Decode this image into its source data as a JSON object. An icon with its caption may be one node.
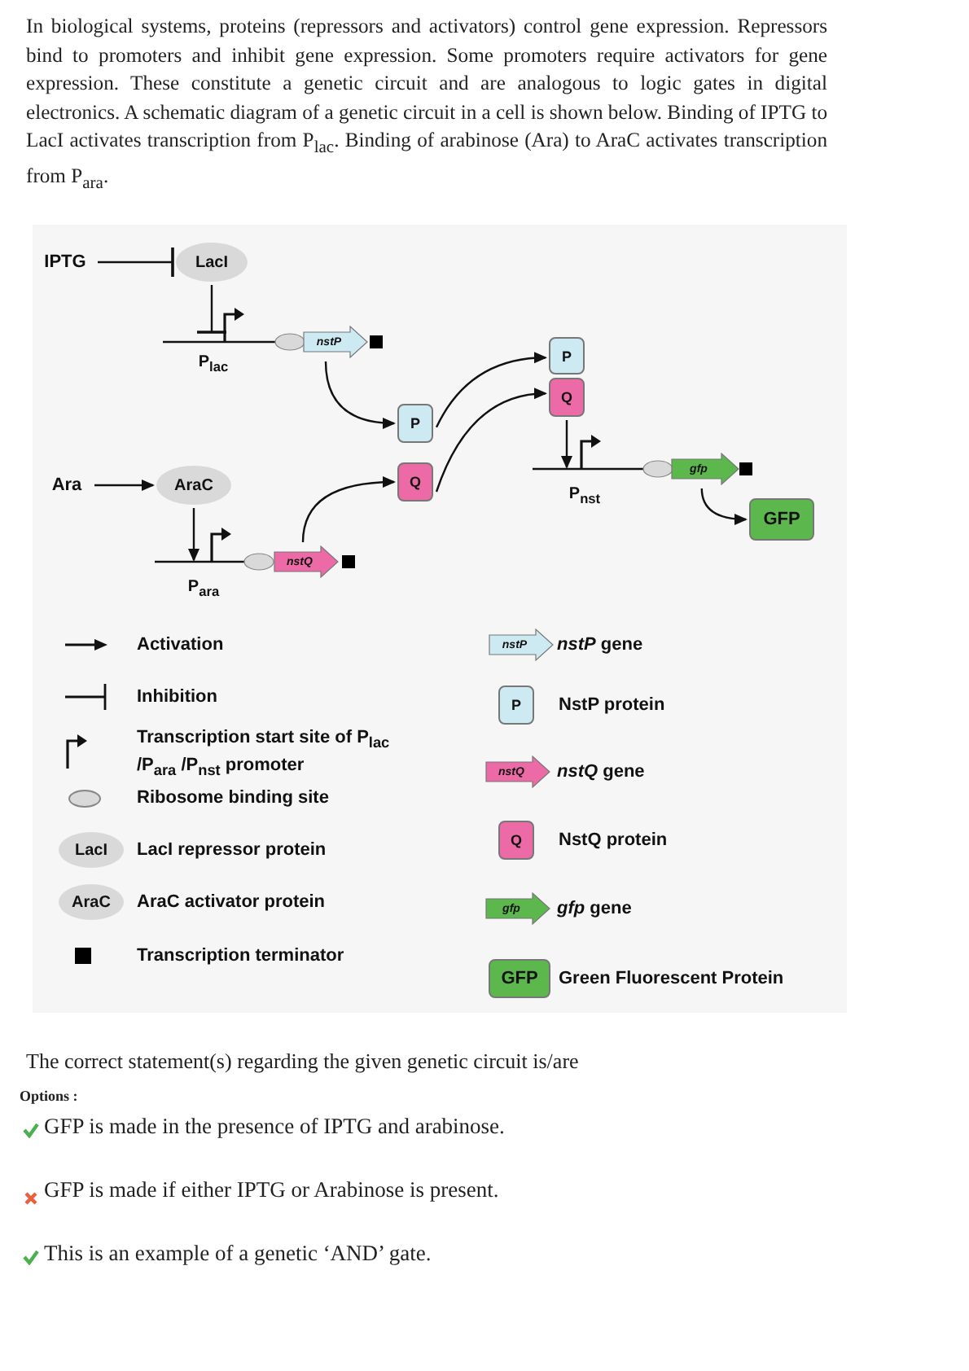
{
  "diagram": {
    "nodes": [
      {
        "text": [
          "IPTG"
        ]
      },
      {
        "text": [
          "LacI"
        ]
      },
      {
        "text": [
          "P$_{lac}$"
        ]
      },
      {
        "text": [
          "nstP"
        ]
      },
      {
        "text": [
          "P"
        ]
      },
      {
        "text": [
          "Ara"
        ]
      },
      {
        "text": [
          "AraC"
        ]
      },
      {
        "text": [
          "P$_{ara}$"
        ]
      },
      {
        "text": [
          "nstQ"
        ]
      },
      {
        "text": [
          "Q"
        ]
      },
      {
        "text": [
          "P"
        ]
      },
      {
        "text": [
          "Q"
        ]
      },
      {
        "text": [
          "P$_{nst}$"
        ]
      },
      {
        "text": [
          "gfp"
        ]
      },
      {
        "text": [
          "GFP"
        ]
      },
      {
        "text": [
          "LacI"
        ]
      },
      {
        "text": [
          "AraC"
        ]
      },
      {
        "text": [
          "nstP"
        ]
      },
      {
        "text": [
          "P"
        ]
      },
      {
        "text": [
          "nstQ"
        ]
      },
      {
        "text": [
          "Q"
        ]
      },
      {
        "text": [
          "gfp"
        ]
      },
      {
        "text": [
          "GFP"
        ]
      }
    ],
    "edges": [
      {
        "from": 0,
        "to": 1,
        "arrow": "other"
      },
      {
        "from": 1,
        "to": 2,
        "arrow": "other"
      },
      {
        "from": 3,
        "to": 4,
        "arrow": "to"
      },
      {
        "from": 5,
        "to": 6,
        "arrow": "to"
      },
      {
        "from": 6,
        "to": 7,
        "arrow": "to"
      },
      {
        "from": 8,
        "to": 9,
        "arrow": "to"
      },
      {
        "from": 4,
        "to": 10,
        "arrow": "to"
      },
      {
        "from": 9,
        "to": 11,
        "arrow": "to"
      },
      {
        "from": 11,
        "to": 12,
        "arrow": "to"
      },
      {
        "from": 13,
        "to": 14,
        "arrow": "to"
      }
    ],
    "labels": [
      "In biological systems, proteins (repressors and activators) control gene expression. Repressors bind to promoters and inhibit gene expression. Some promoters require activators for gene expression. These constitute a genetic circuit and are analogous to logic gates in digital electronics. A schematic diagram of a genetic circuit in a cell is shown below. Binding of IPTG to LacI activates transcription from P$_{lac}$. Binding of arabinose (Ara) to AraC activates transcription from P$_{ara}$.",
      "The correct statement(s) regarding the given genetic circuit is/are",
      "Options :",
      "GFP is made in the presence of IPTG and arabinose.",
      "GFP is made if either IPTG or Arabinose is present.",
      "This is an example of a genetic ‘AND’ gate."
    ],
    "legend": [
      {
        "text": "Activation"
      },
      {
        "text": "Inhibition"
      },
      {
        "text": "Transcription start site of P$_{lac}$ /P$_{ara}$ /P$_{nst}$ promoter"
      },
      {
        "text": "Ribosome binding site",
        "color": "#d9d9d9"
      },
      {
        "text": "LacI repressor protein",
        "color": "#d9d9d9"
      },
      {
        "text": "AraC activator protein",
        "color": "#d9d9d9"
      },
      {
        "text": "Transcription terminator",
        "color": "#000000"
      },
      {
        "text": "*nstP* gene"
      },
      {
        "text": "NstP protein",
        "color": "#cdeaf2"
      },
      {
        "text": "*nstQ* gene"
      },
      {
        "text": "NstQ protein",
        "color": "#ec6aa5"
      },
      {
        "text": "*gfp* gene"
      },
      {
        "text": "Green Fluorescent Protein",
        "color": "#5cb84c"
      }
    ]
  }
}
